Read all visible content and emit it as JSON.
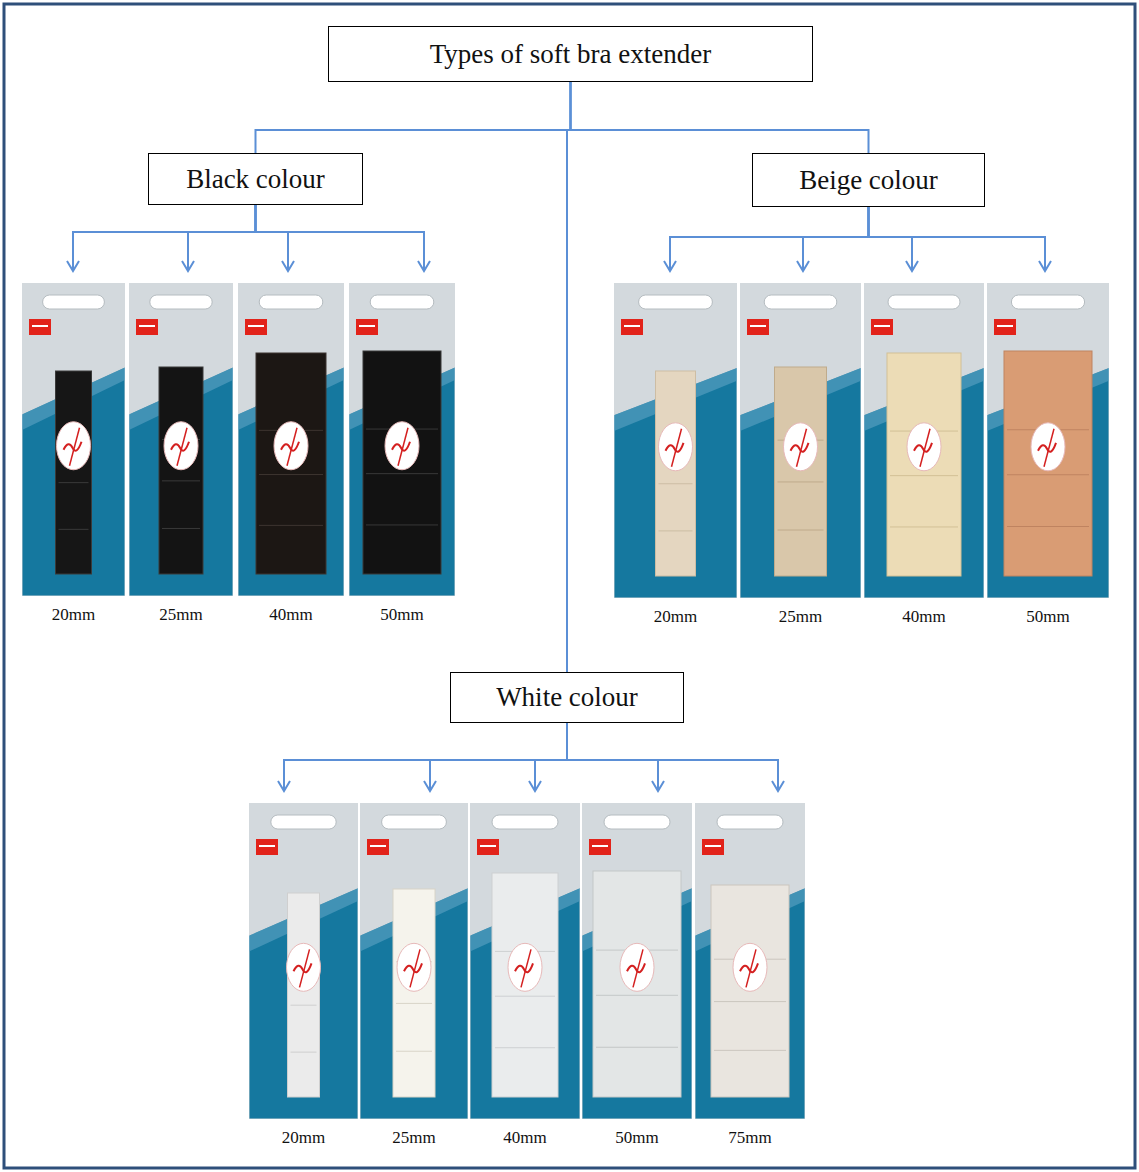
{
  "diagram": {
    "nodes": [
      {
        "text": [
          "Types of soft bra extender"
        ]
      },
      {
        "text": [
          "Black colour"
        ]
      },
      {
        "text": [
          "Beige colour"
        ]
      },
      {
        "text": [
          "20mm"
        ]
      },
      {
        "text": [
          "25mm"
        ]
      },
      {
        "text": [
          "40mm"
        ]
      },
      {
        "text": [
          "50mm"
        ]
      },
      {
        "text": [
          "20mm"
        ]
      },
      {
        "text": [
          "25mm"
        ]
      },
      {
        "text": [
          "40mm"
        ]
      },
      {
        "text": [
          "50mm"
        ]
      },
      {
        "text": [
          "White colour"
        ]
      },
      {
        "text": [
          "20mm"
        ]
      },
      {
        "text": [
          "25mm"
        ]
      },
      {
        "text": [
          "40mm"
        ]
      },
      {
        "text": [
          "50mm"
        ]
      },
      {
        "text": [
          "75mm"
        ]
      }
    ],
    "edges": [
      {
        "from": 0,
        "to": 1,
        "arrow": "none"
      },
      {
        "from": 0,
        "to": 2,
        "arrow": "none"
      },
      {
        "from": 0,
        "to": 11,
        "arrow": "none"
      },
      {
        "from": 1,
        "to": 3,
        "arrow": "to"
      },
      {
        "from": 1,
        "to": 4,
        "arrow": "to"
      },
      {
        "from": 1,
        "to": 5,
        "arrow": "to"
      },
      {
        "from": 1,
        "to": 6,
        "arrow": "to"
      },
      {
        "from": 2,
        "to": 7,
        "arrow": "to"
      },
      {
        "from": 2,
        "to": 8,
        "arrow": "to"
      },
      {
        "from": 2,
        "to": 9,
        "arrow": "to"
      },
      {
        "from": 2,
        "to": 10,
        "arrow": "to"
      },
      {
        "from": 11,
        "to": 12,
        "arrow": "to"
      },
      {
        "from": 11,
        "to": 13,
        "arrow": "to"
      },
      {
        "from": 11,
        "to": 14,
        "arrow": "to"
      },
      {
        "from": 11,
        "to": 15,
        "arrow": "to"
      },
      {
        "from": 11,
        "to": 16,
        "arrow": "to"
      }
    ]
  }
}
